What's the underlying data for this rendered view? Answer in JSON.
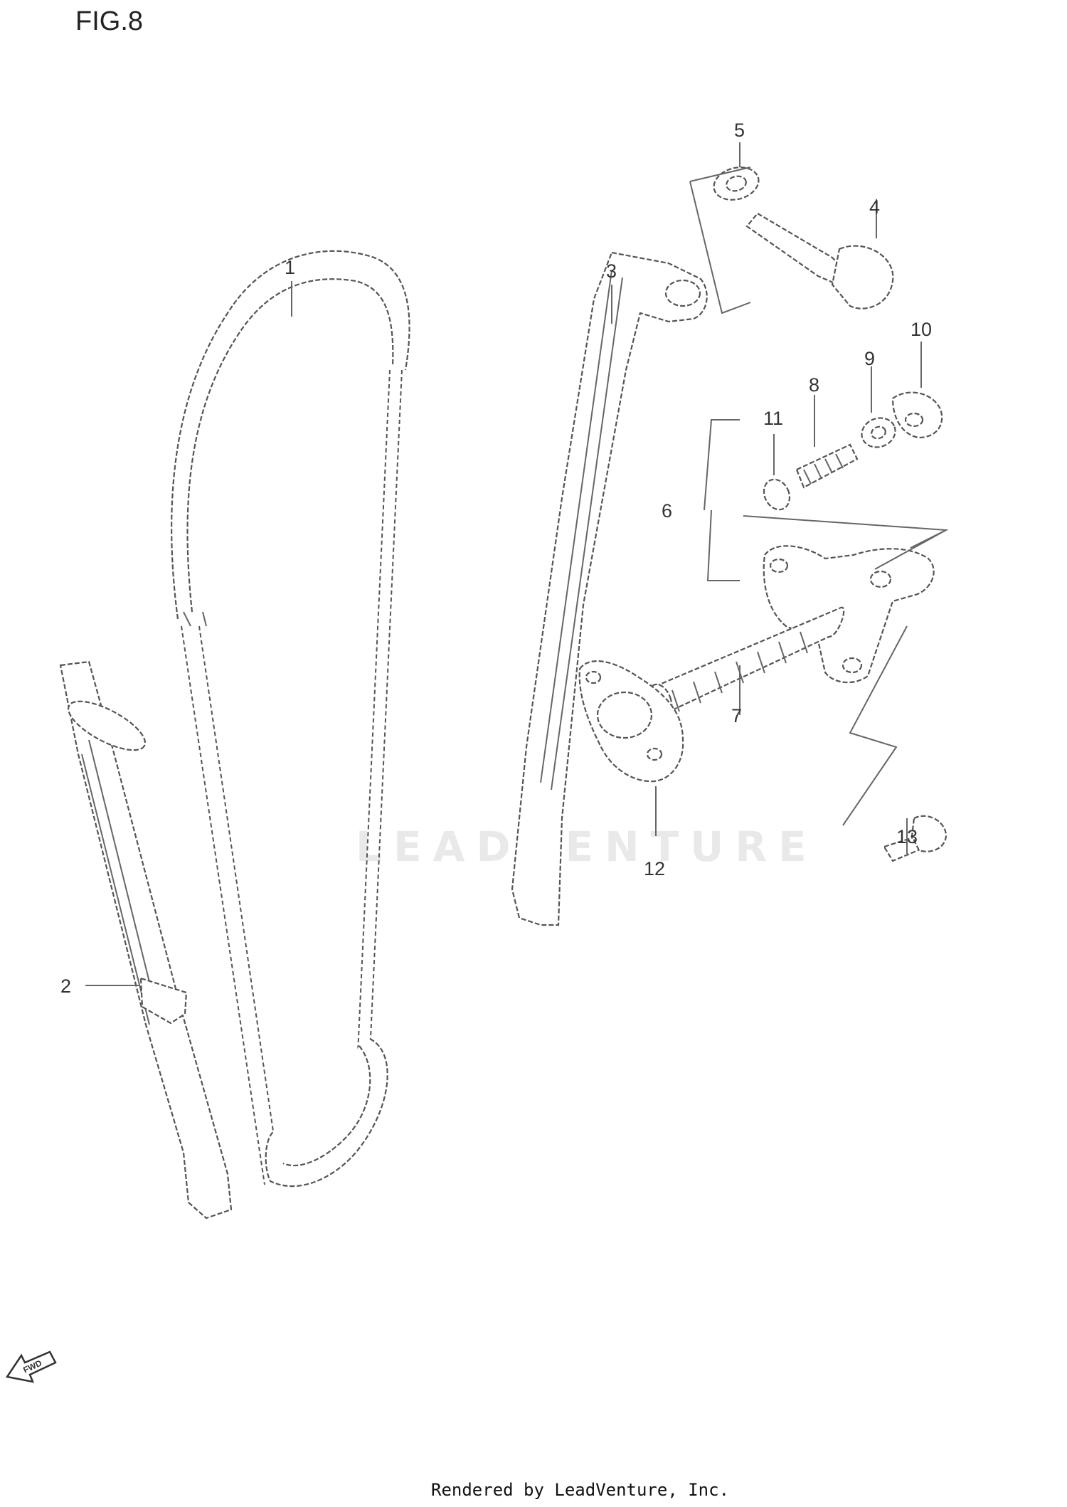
{
  "figure_title": "FIG.8",
  "callouts": [
    {
      "id": "1",
      "text": "1"
    },
    {
      "id": "2",
      "text": "2"
    },
    {
      "id": "3",
      "text": "3"
    },
    {
      "id": "4",
      "text": "4"
    },
    {
      "id": "5",
      "text": "5"
    },
    {
      "id": "6",
      "text": "6"
    },
    {
      "id": "7",
      "text": "7"
    },
    {
      "id": "8",
      "text": "8"
    },
    {
      "id": "9",
      "text": "9"
    },
    {
      "id": "10",
      "text": "10"
    },
    {
      "id": "11",
      "text": "11"
    },
    {
      "id": "12",
      "text": "12"
    },
    {
      "id": "13",
      "text": "13"
    }
  ],
  "forward_marker": "FWD",
  "watermark": "LEADVENTURE",
  "footer": "Rendered by LeadVenture, Inc."
}
